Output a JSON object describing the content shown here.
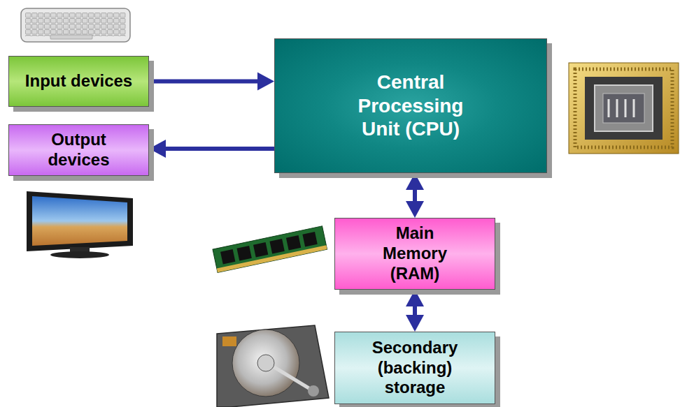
{
  "diagram": {
    "nodes": [
      {
        "text": [
          "Input devices"
        ]
      },
      {
        "text": [
          "Output devices"
        ]
      },
      {
        "text": [
          "Central Processing Unit (CPU)"
        ]
      },
      {
        "text": [
          "Main Memory (RAM)"
        ]
      },
      {
        "text": [
          "Secondary (backing) storage"
        ]
      }
    ],
    "edges": [
      {
        "from": 0,
        "to": 2,
        "arrow": "to"
      },
      {
        "from": 2,
        "to": 1,
        "arrow": "to"
      },
      {
        "from": 2,
        "to": 3,
        "arrow": "both"
      },
      {
        "from": 3,
        "to": 4,
        "arrow": "both"
      }
    ]
  }
}
